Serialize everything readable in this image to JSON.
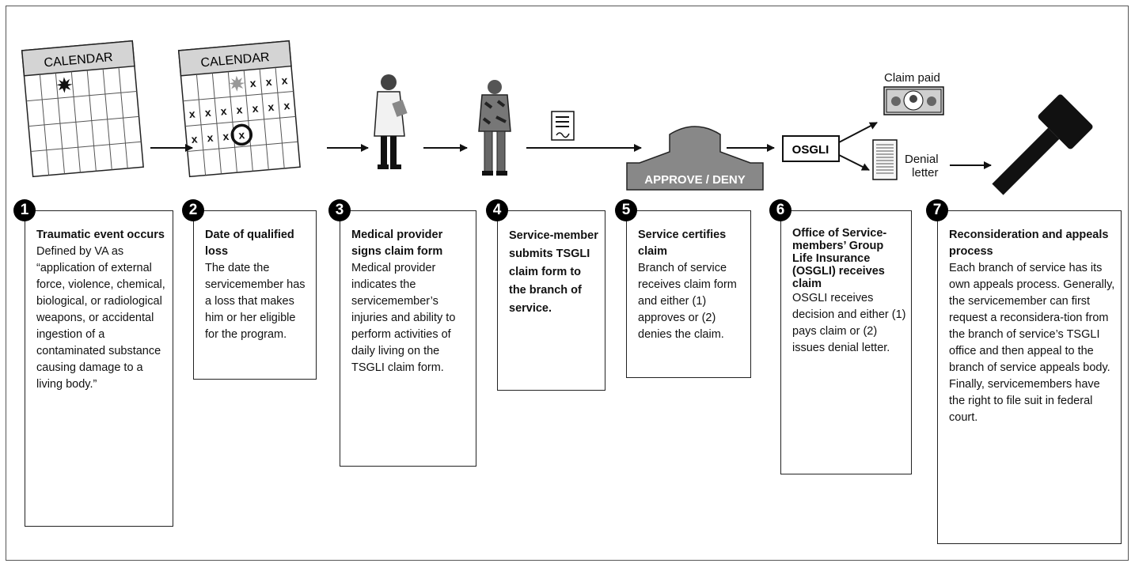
{
  "icons": {
    "calendar1": "CALENDAR",
    "calendar2": "CALENDAR",
    "stamp": "APPROVE / DENY",
    "osgli_box": "OSGLI",
    "claim_paid": "Claim paid",
    "denial_letter": "Denial\nletter"
  },
  "steps": [
    {
      "num": "1",
      "title": "Traumatic event occurs",
      "body": "Defined by VA as “application of external force, violence, chemical, biological, or radiological weapons, or accidental ingestion of a contaminated substance causing damage to a living body.”"
    },
    {
      "num": "2",
      "title": "Date of qualified loss",
      "body": "The date the servicemember has a loss that makes him or her eligible for the program."
    },
    {
      "num": "3",
      "title": "Medical provider signs claim form",
      "body": "Medical provider indicates the servicemember’s injuries and ability to perform activities of daily living on the TSGLI claim form."
    },
    {
      "num": "4",
      "title": "Service-member submits TSGLI claim form to the branch of service.",
      "body": ""
    },
    {
      "num": "5",
      "title": "Service certifies claim",
      "body": "Branch of service receives claim form and either (1) approves or (2) denies the claim."
    },
    {
      "num": "6",
      "title": "Office of Service-members’ Group Life Insurance (OSGLI) receives claim",
      "body": "OSGLI receives decision and either (1) pays claim or (2) issues denial letter."
    },
    {
      "num": "7",
      "title": "Reconsideration and appeals process",
      "body": "Each branch of service has its own appeals process. Generally, the servicemember can first request a reconsidera-tion from the branch of service’s TSGLI office and then appeal to the branch of service appeals body. Finally, servicemembers have the right to file suit in federal court."
    }
  ]
}
